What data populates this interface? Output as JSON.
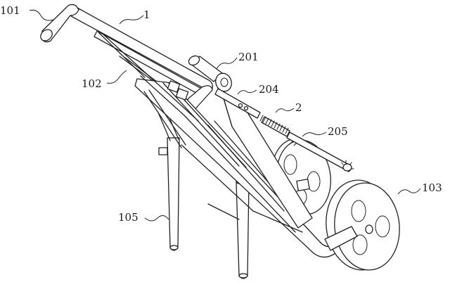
{
  "diagram": {
    "labels": {
      "l101": "101",
      "l1": "1",
      "l201": "201",
      "l102": "102",
      "l204": "204",
      "l2": "2",
      "l205": "205",
      "l103": "103",
      "l105": "105"
    }
  }
}
